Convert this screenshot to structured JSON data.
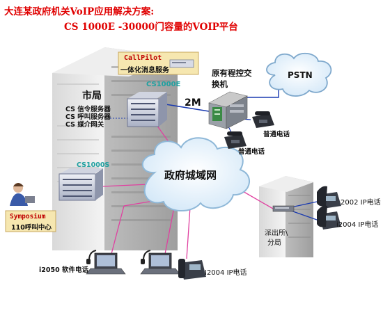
{
  "title": {
    "line1": "大连某政府机关VoIP应用解决方案:",
    "line2": "CS 1000E -30000门容量的VOIP平台"
  },
  "labels": {
    "callpilot_name": "CallPilot",
    "callpilot_desc": "一体化消息服务",
    "city_bureau": "市局",
    "cs1000e": "CS1000E",
    "server1": "CS 信令服务器",
    "server2": "CS 呼叫服务器",
    "server3": "CS 媒介网关",
    "cs1000s": "CS1000S",
    "link_2m": "2M",
    "pbx_line1": "原有程控交",
    "pbx_line2": "换机",
    "pstn": "PSTN",
    "phone_normal_1": "普通电话",
    "phone_normal_2": "普通电话",
    "gov_network": "政府城域网",
    "symposium_name": "Symposium",
    "symposium_desc": "110呼叫中心",
    "softphone": "i2050 软件电话",
    "ip_phone_bottom": "I2004 IP电话",
    "ip_phone_2002": "2002 IP电话",
    "ip_phone_2004": "i2004 IP电话",
    "branch_line1": "派出所\\",
    "branch_line2": "分局"
  },
  "colors": {
    "title_red": "#e00000",
    "accent_teal": "#20a0a0",
    "link_pink": "#e040a0",
    "link_blue": "#1a3ab0",
    "cloud_fill": "#eaf4fc",
    "cloud_stroke": "#8fb8d8",
    "label_box": "#f6e7b0"
  }
}
